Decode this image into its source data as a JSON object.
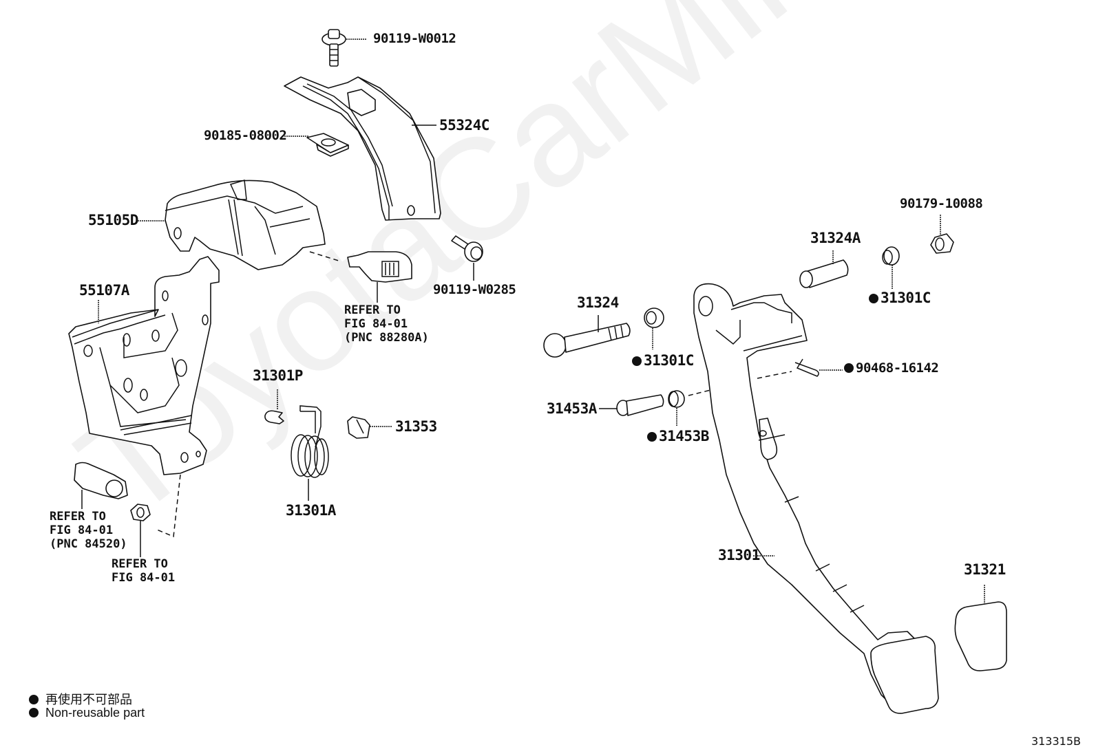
{
  "figure": {
    "watermark": "ToyotaCarMine.ru",
    "figure_id": "313315B"
  },
  "parts": [
    {
      "id": "p1",
      "number": "90119-W0012",
      "non_reusable": false,
      "description": "bolt"
    },
    {
      "id": "p2",
      "number": "55324C",
      "non_reusable": false,
      "description": "brace bracket"
    },
    {
      "id": "p3",
      "number": "90185-08002",
      "non_reusable": false,
      "description": "clip nut"
    },
    {
      "id": "p4",
      "number": "55105D",
      "non_reusable": false,
      "description": "pedal support cover"
    },
    {
      "id": "p5",
      "number": "55107A",
      "non_reusable": false,
      "description": "pedal support bracket"
    },
    {
      "id": "p6",
      "number": "90119-W0285",
      "non_reusable": false,
      "description": "bolt"
    },
    {
      "id": "p7",
      "number": "31301P",
      "non_reusable": false,
      "description": "clip"
    },
    {
      "id": "p8",
      "number": "31353",
      "non_reusable": false,
      "description": "cushion"
    },
    {
      "id": "p9",
      "number": "31301A",
      "non_reusable": false,
      "description": "return spring"
    },
    {
      "id": "p10",
      "number": "31324",
      "non_reusable": false,
      "description": "pedal shaft bolt"
    },
    {
      "id": "p11",
      "number": "31301C",
      "non_reusable": true,
      "description": "bushing (left)"
    },
    {
      "id": "p12",
      "number": "31453A",
      "non_reusable": false,
      "description": "clevis pin"
    },
    {
      "id": "p13",
      "number": "31453B",
      "non_reusable": true,
      "description": "bushing"
    },
    {
      "id": "p14",
      "number": "31324A",
      "non_reusable": false,
      "description": "collar"
    },
    {
      "id": "p15",
      "number": "31301C",
      "non_reusable": true,
      "description": "bushing (right)"
    },
    {
      "id": "p16",
      "number": "90179-10088",
      "non_reusable": false,
      "description": "nut"
    },
    {
      "id": "p17",
      "number": "90468-16142",
      "non_reusable": true,
      "description": "clip"
    },
    {
      "id": "p18",
      "number": "31301",
      "non_reusable": false,
      "description": "clutch pedal"
    },
    {
      "id": "p19",
      "number": "31321",
      "non_reusable": false,
      "description": "pedal pad"
    }
  ],
  "references": [
    {
      "id": "r1",
      "text": "REFER TO\nFIG 84-01\n(PNC 88280A)"
    },
    {
      "id": "r2",
      "text": "REFER TO\nFIG 84-01\n(PNC 84520)"
    },
    {
      "id": "r3",
      "text": "REFER TO\nFIG 84-01"
    }
  ],
  "legend": {
    "japanese": "再使用不可部品",
    "english": "Non-reusable part"
  }
}
